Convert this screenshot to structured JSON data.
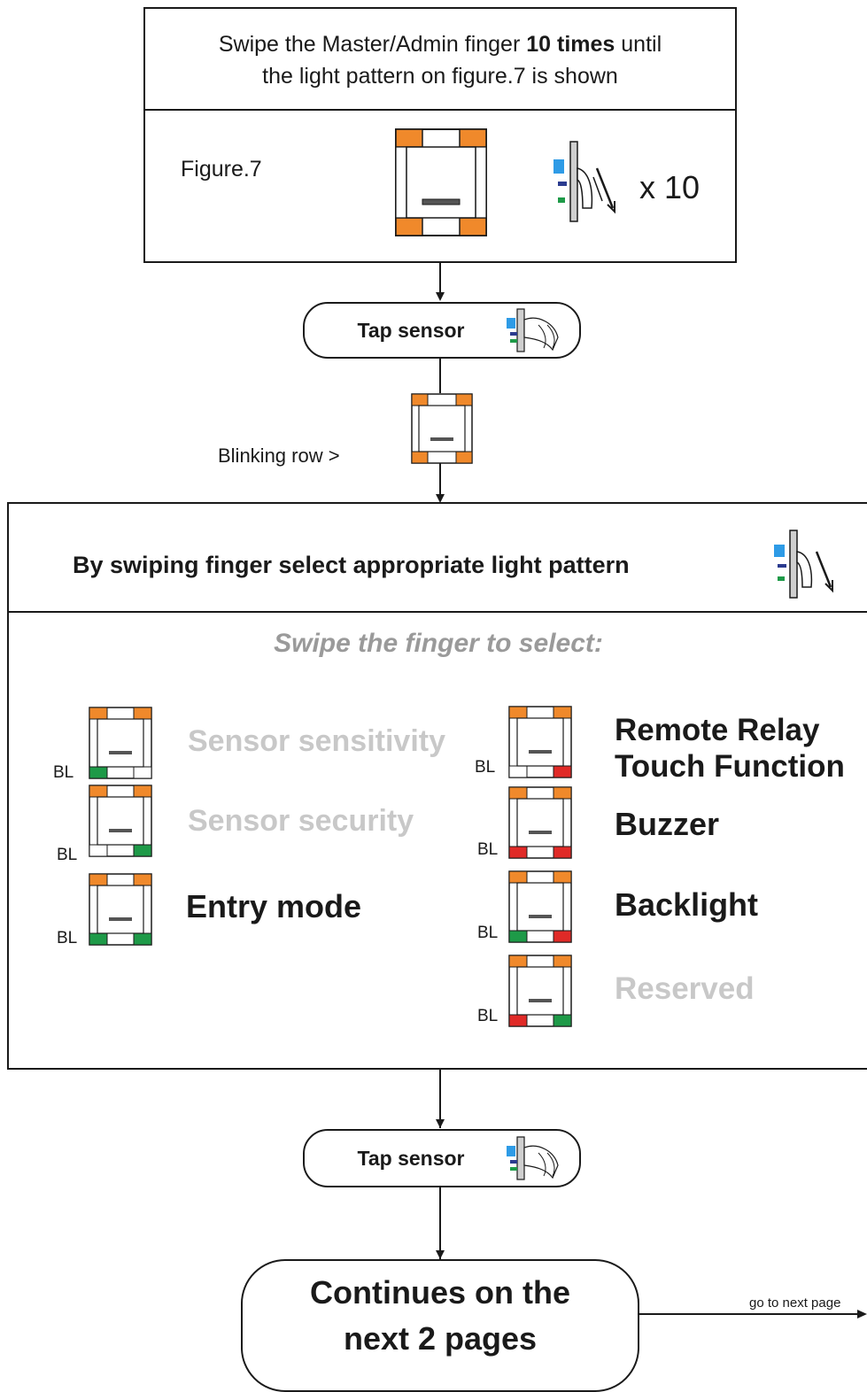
{
  "colors": {
    "orange": "#f0892b",
    "green": "#1e9a48",
    "red": "#e02a27",
    "gray": "#c8c8c8",
    "blue": "#2e9be6",
    "navy": "#2b3b8f"
  },
  "step1": {
    "line1_pre": "Swipe the Master/Admin finger ",
    "line1_bold": "10 times",
    "line1_post": " until",
    "line2": "the light pattern on figure.7 is shown",
    "figure_label": "Figure.7",
    "multiplier": "x 10"
  },
  "tap1": {
    "label": "Tap sensor"
  },
  "blinking": {
    "label": "Blinking row >"
  },
  "select": {
    "title": "By swiping finger select appropriate light pattern",
    "subtitle": "Swipe the finger to select:",
    "bl_label": "BL",
    "left_items": [
      {
        "label": "Sensor sensitivity",
        "active": false
      },
      {
        "label": "Sensor security",
        "active": false
      },
      {
        "label": "Entry mode",
        "active": true
      }
    ],
    "right_items": [
      {
        "line1": "Remote Relay",
        "line2": "Touch Function",
        "active": true
      },
      {
        "line1": "Buzzer",
        "active": true
      },
      {
        "line1": "Backlight",
        "active": true
      },
      {
        "line1": "Reserved",
        "active": false
      }
    ]
  },
  "tap2": {
    "label": "Tap sensor"
  },
  "continues": {
    "line1": "Continues on the",
    "line2": "next 2 pages"
  },
  "next_page": {
    "label": "go to next page"
  }
}
